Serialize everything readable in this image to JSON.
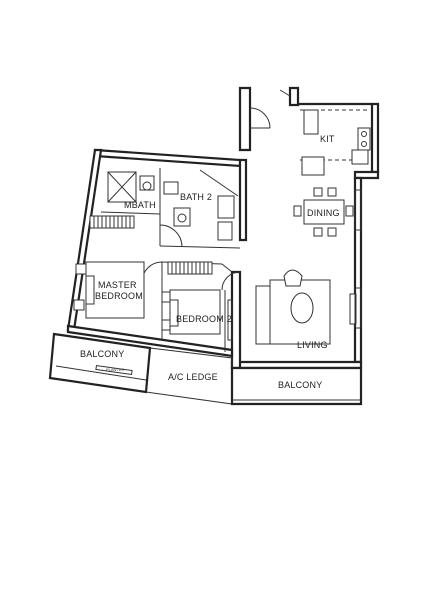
{
  "rooms": {
    "kit": "KIT",
    "dining": "DINING",
    "bath2": "BATH 2",
    "mbath": "MBATH",
    "master_line1": "MASTER",
    "master_line2": "BEDROOM",
    "bedroom2": "BEDROOM 2",
    "living": "LIVING",
    "balcony_left": "BALCONY",
    "ac_ledge": "A/C LEDGE",
    "balcony_right": "BALCONY"
  },
  "marks": {
    "planter_tag": "PLANTER"
  }
}
